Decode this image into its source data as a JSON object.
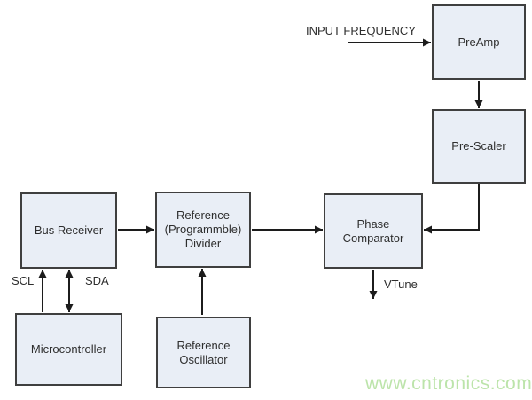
{
  "diagram": {
    "input_label": "INPUT FREQUENCY",
    "blocks": {
      "preamp": {
        "label": "PreAmp"
      },
      "prescaler": {
        "label": "Pre-Scaler"
      },
      "phase_comparator": {
        "label": "Phase\nComparator"
      },
      "bus_receiver": {
        "label": "Bus Receiver"
      },
      "reference_divider": {
        "label": "Reference\n(Programmble)\nDivider"
      },
      "microcontroller": {
        "label": "Microcontroller"
      },
      "reference_oscillator": {
        "label": "Reference\nOscillator"
      }
    },
    "signals": {
      "scl": "SCL",
      "sda": "SDA",
      "vtune": "VTune"
    },
    "connections": [
      "INPUT FREQUENCY -> PreAmp",
      "PreAmp -> Pre-Scaler",
      "Pre-Scaler -> Phase Comparator",
      "Bus Receiver -> Reference (Programmble) Divider",
      "Reference (Programmble) Divider -> Phase Comparator",
      "Phase Comparator -> VTune",
      "Microcontroller -> Bus Receiver (SCL)",
      "Microcontroller <-> Bus Receiver (SDA)",
      "Reference Oscillator -> Reference (Programmble) Divider"
    ]
  },
  "watermark": {
    "text": "www.cntronics.com",
    "color": "#bce4aa"
  },
  "colors": {
    "block_fill": "#e9eef6",
    "block_border": "#3f3f3f",
    "wire": "#1c1c1c",
    "text": "#2e2e2e",
    "background": "#ffffff"
  }
}
